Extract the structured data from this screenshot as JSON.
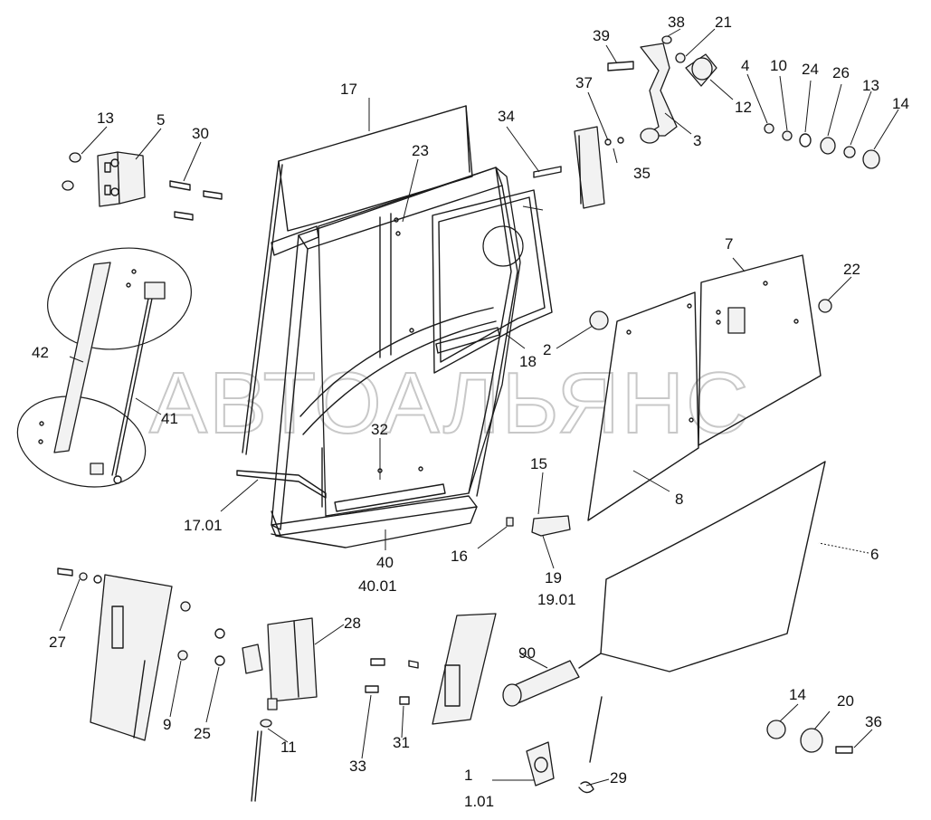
{
  "watermark": "АВТОАЛЬЯНС",
  "callouts": [
    {
      "id": "c1",
      "text": "1"
    },
    {
      "id": "c1_01",
      "text": "1.01"
    },
    {
      "id": "c2",
      "text": "2"
    },
    {
      "id": "c3",
      "text": "3"
    },
    {
      "id": "c4",
      "text": "4"
    },
    {
      "id": "c5",
      "text": "5"
    },
    {
      "id": "c6",
      "text": "6"
    },
    {
      "id": "c7",
      "text": "7"
    },
    {
      "id": "c8",
      "text": "8"
    },
    {
      "id": "c9",
      "text": "9"
    },
    {
      "id": "c10",
      "text": "10"
    },
    {
      "id": "c11",
      "text": "11"
    },
    {
      "id": "c12",
      "text": "12"
    },
    {
      "id": "c13a",
      "text": "13"
    },
    {
      "id": "c13b",
      "text": "13"
    },
    {
      "id": "c14a",
      "text": "14"
    },
    {
      "id": "c14b",
      "text": "14"
    },
    {
      "id": "c15",
      "text": "15"
    },
    {
      "id": "c16",
      "text": "16"
    },
    {
      "id": "c17",
      "text": "17"
    },
    {
      "id": "c17_01",
      "text": "17.01"
    },
    {
      "id": "c18",
      "text": "18"
    },
    {
      "id": "c19",
      "text": "19"
    },
    {
      "id": "c19_01",
      "text": "19.01"
    },
    {
      "id": "c20",
      "text": "20"
    },
    {
      "id": "c21",
      "text": "21"
    },
    {
      "id": "c22",
      "text": "22"
    },
    {
      "id": "c23",
      "text": "23"
    },
    {
      "id": "c24",
      "text": "24"
    },
    {
      "id": "c25",
      "text": "25"
    },
    {
      "id": "c26",
      "text": "26"
    },
    {
      "id": "c27",
      "text": "27"
    },
    {
      "id": "c28",
      "text": "28"
    },
    {
      "id": "c29",
      "text": "29"
    },
    {
      "id": "c30",
      "text": "30"
    },
    {
      "id": "c31",
      "text": "31"
    },
    {
      "id": "c32",
      "text": "32"
    },
    {
      "id": "c33",
      "text": "33"
    },
    {
      "id": "c34",
      "text": "34"
    },
    {
      "id": "c35",
      "text": "35"
    },
    {
      "id": "c36",
      "text": "36"
    },
    {
      "id": "c37",
      "text": "37"
    },
    {
      "id": "c38",
      "text": "38"
    },
    {
      "id": "c39",
      "text": "39"
    },
    {
      "id": "c40",
      "text": "40"
    },
    {
      "id": "c40_01",
      "text": "40.01"
    },
    {
      "id": "c41",
      "text": "41"
    },
    {
      "id": "c42",
      "text": "42"
    },
    {
      "id": "c90",
      "text": "90"
    }
  ]
}
